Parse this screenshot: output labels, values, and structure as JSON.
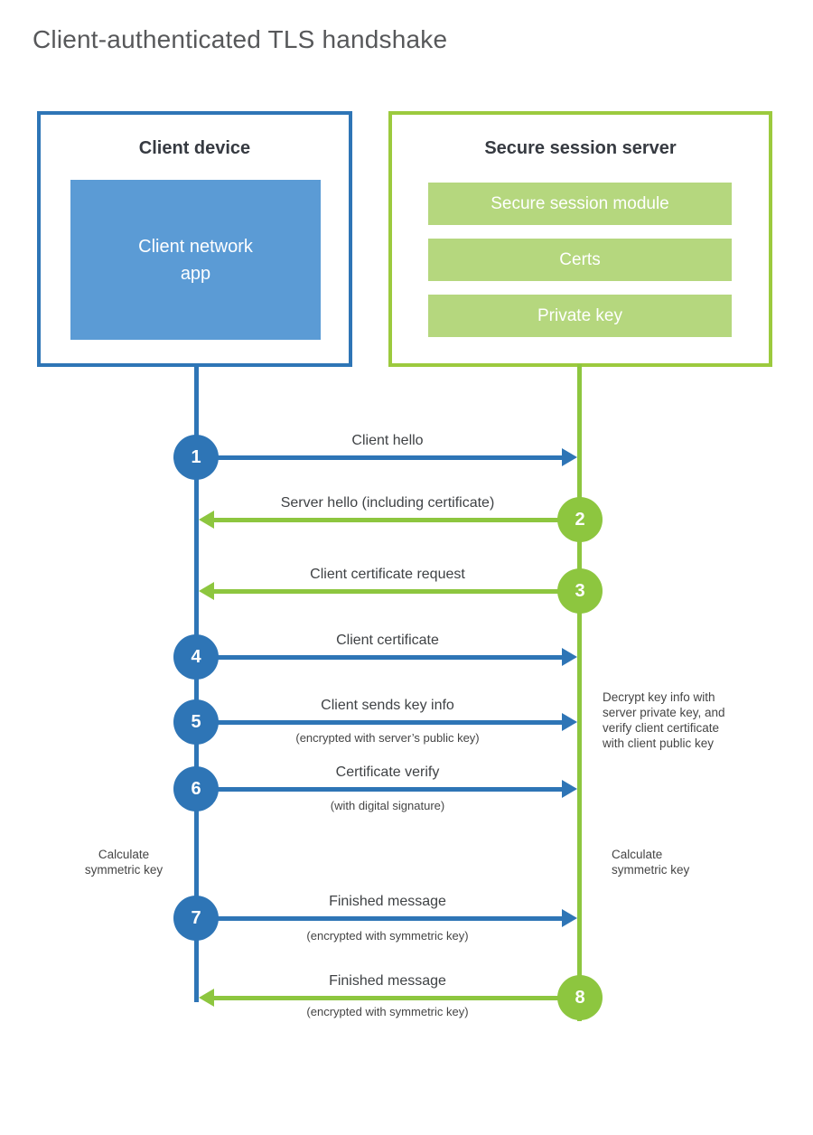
{
  "title": "Client-authenticated TLS handshake",
  "client": {
    "title": "Client device",
    "app_lines": [
      "Client network",
      "app"
    ]
  },
  "server": {
    "title": "Secure session server",
    "modules": [
      "Secure session module",
      "Certs",
      "Private key"
    ]
  },
  "messages": [
    {
      "num": "1",
      "label": "Client hello",
      "sub": "",
      "direction": "client-to-server"
    },
    {
      "num": "2",
      "label": "Server hello (including certificate)",
      "sub": "",
      "direction": "server-to-client"
    },
    {
      "num": "3",
      "label": "Client certificate request",
      "sub": "",
      "direction": "server-to-client"
    },
    {
      "num": "4",
      "label": "Client certificate",
      "sub": "",
      "direction": "client-to-server"
    },
    {
      "num": "5",
      "label": "Client sends key info",
      "sub": "(encrypted with server’s public key)",
      "direction": "client-to-server"
    },
    {
      "num": "6",
      "label": "Certificate verify",
      "sub": "(with digital signature)",
      "direction": "client-to-server"
    },
    {
      "num": "7",
      "label": "Finished message",
      "sub": "(encrypted with symmetric key)",
      "direction": "client-to-server"
    },
    {
      "num": "8",
      "label": "Finished message",
      "sub": "(encrypted with symmetric key)",
      "direction": "server-to-client"
    }
  ],
  "notes": {
    "decrypt": {
      "lines": [
        "Decrypt key info with",
        "server private key, and",
        "verify client certificate",
        "with client public key"
      ]
    },
    "calc_left": {
      "lines": [
        "Calculate",
        "symmetric key"
      ]
    },
    "calc_right": {
      "lines": [
        "Calculate",
        "symmetric key"
      ]
    }
  },
  "colors": {
    "client_blue": "#2e75b6",
    "client_blue_fill": "#5b9bd5",
    "server_green": "#8dc63f",
    "server_green_border": "#9cca3e",
    "server_green_fill": "#b5d77e",
    "text_dark": "#3f4245",
    "title_gray": "#57585a"
  }
}
